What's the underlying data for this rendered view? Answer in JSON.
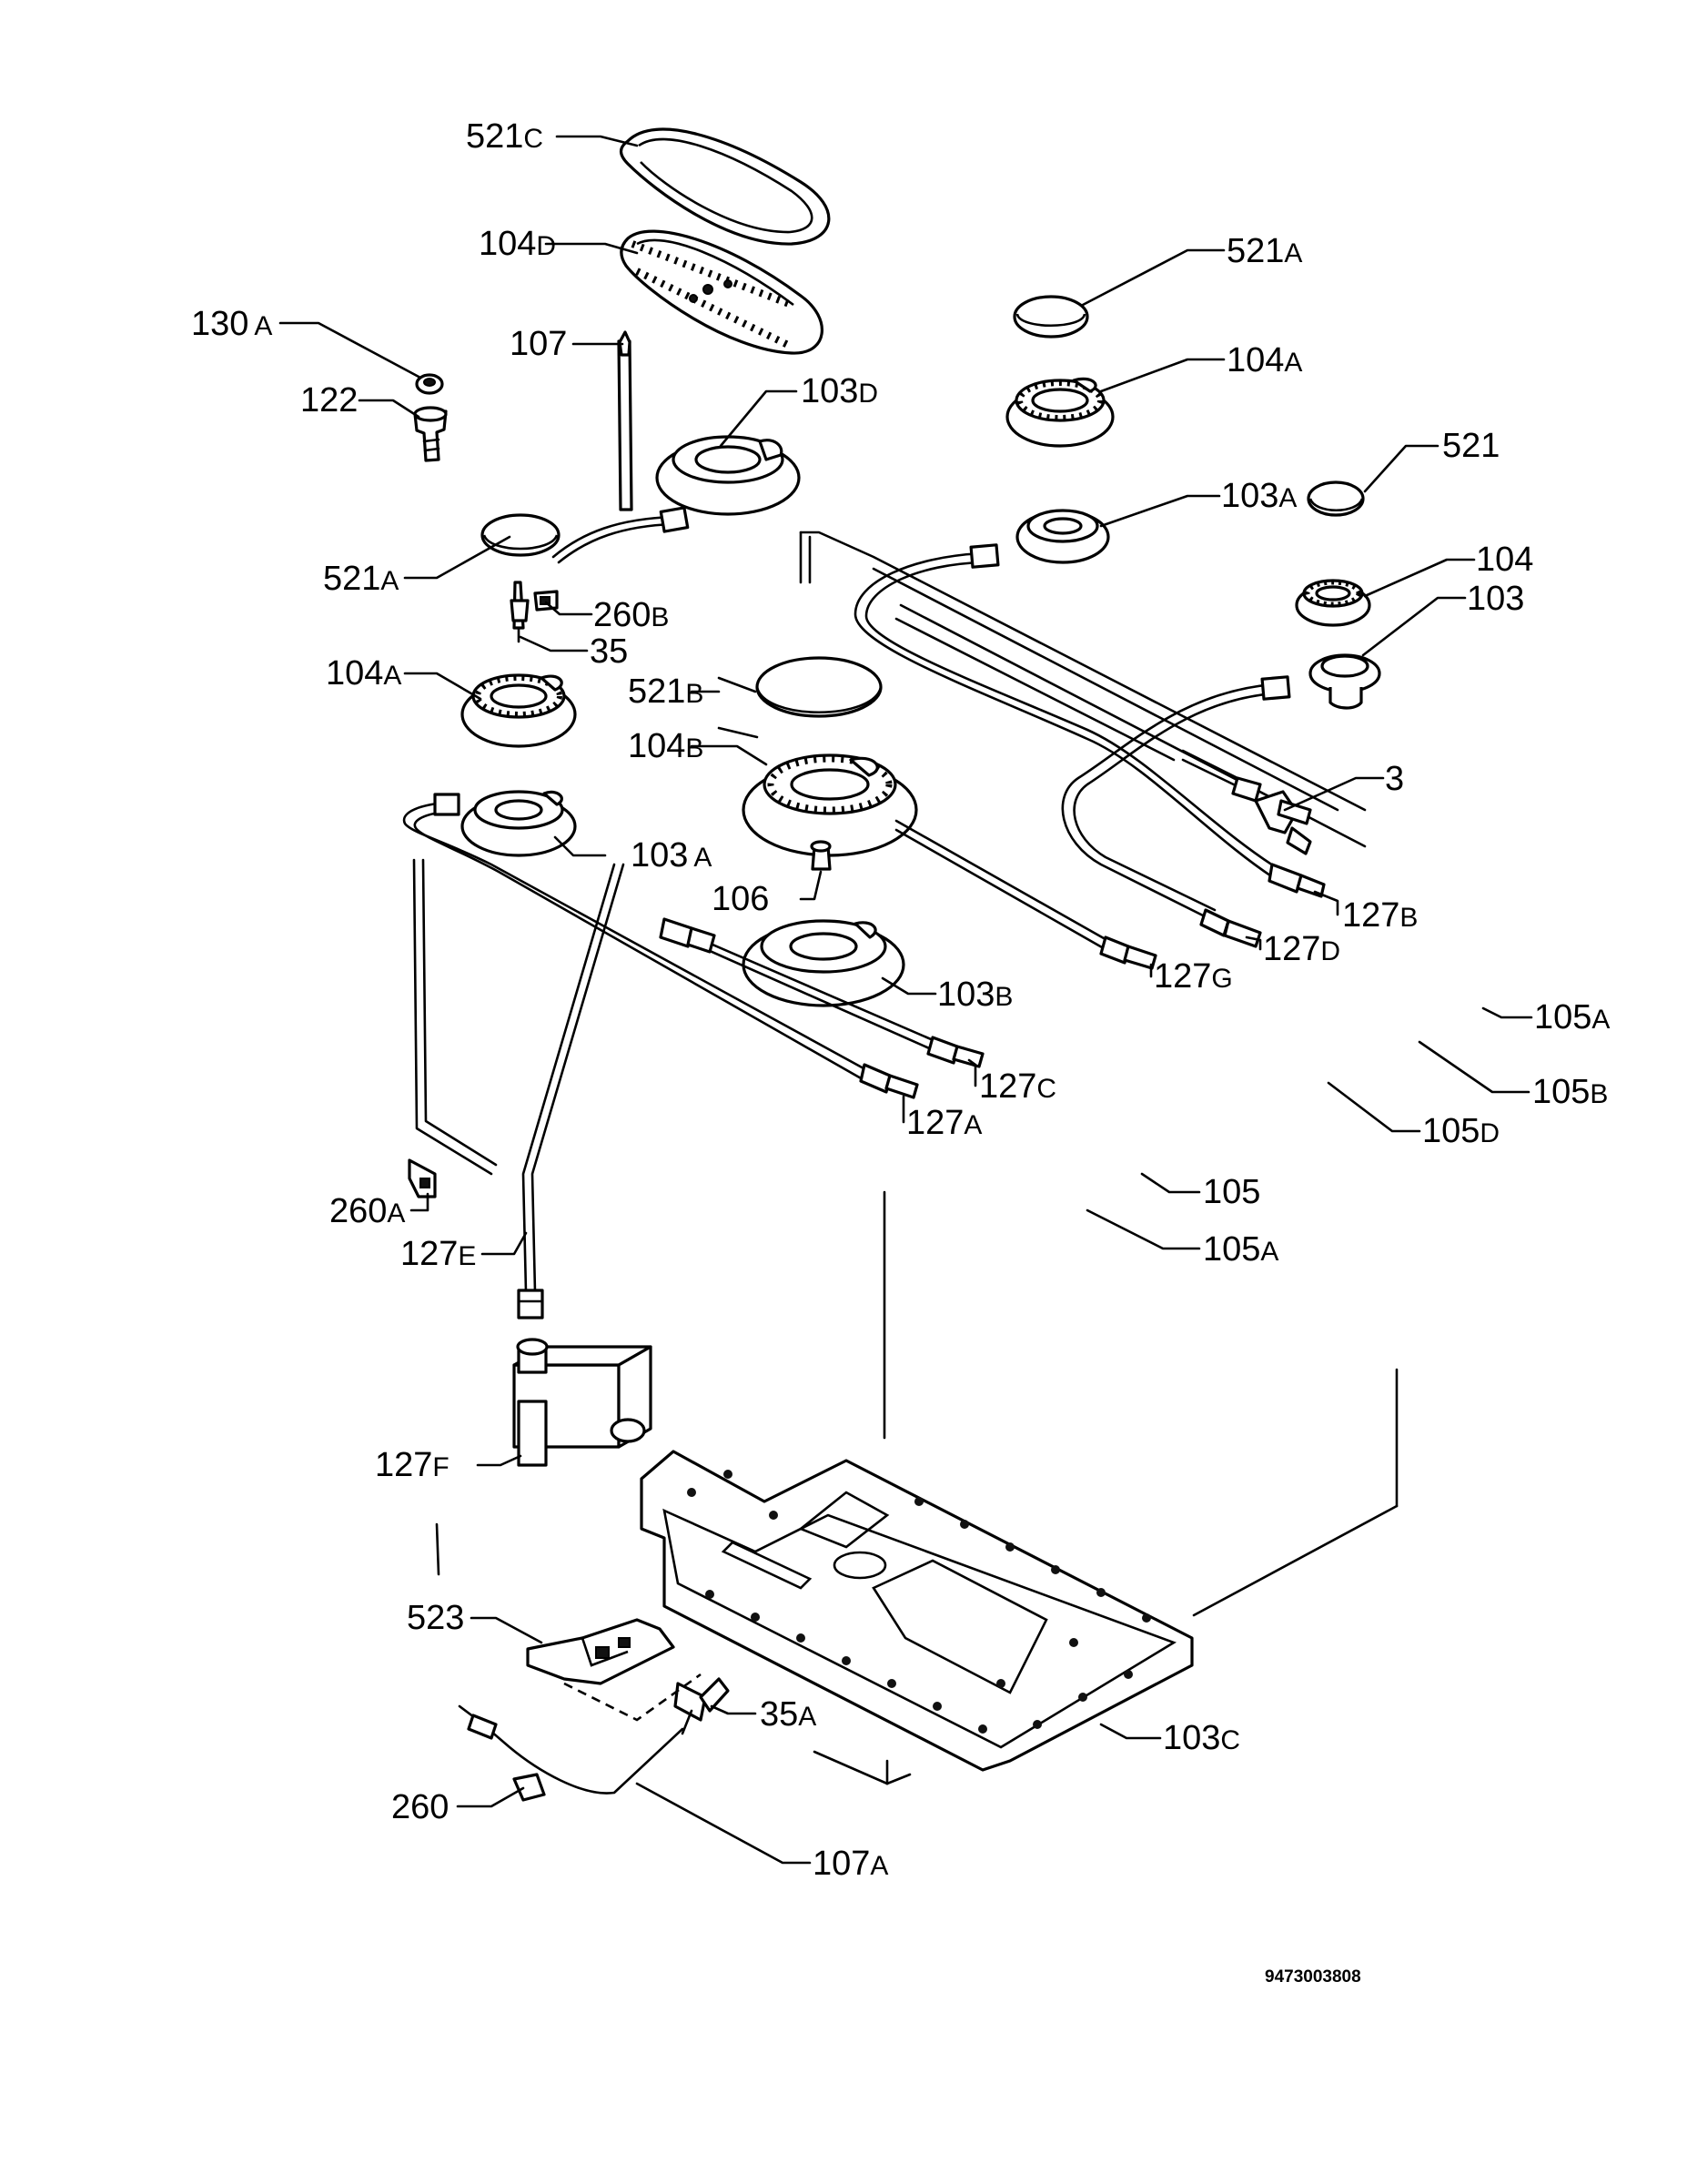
{
  "labels": [
    {
      "id": "521c",
      "num": "521",
      "sub": "C"
    },
    {
      "id": "104d",
      "num": "104",
      "sub": "D"
    },
    {
      "id": "130a",
      "num": "130",
      "sub": "A"
    },
    {
      "id": "107",
      "num": "107",
      "sub": ""
    },
    {
      "id": "122",
      "num": "122",
      "sub": ""
    },
    {
      "id": "103d",
      "num": "103",
      "sub": "D"
    },
    {
      "id": "521a-r",
      "num": "521",
      "sub": "A"
    },
    {
      "id": "104a-r",
      "num": "104",
      "sub": "A"
    },
    {
      "id": "521",
      "num": "521",
      "sub": ""
    },
    {
      "id": "103a-r",
      "num": "103",
      "sub": "A"
    },
    {
      "id": "104",
      "num": "104",
      "sub": ""
    },
    {
      "id": "103",
      "num": "103",
      "sub": ""
    },
    {
      "id": "521a-l",
      "num": "521",
      "sub": "A"
    },
    {
      "id": "260b",
      "num": "260",
      "sub": "B"
    },
    {
      "id": "35",
      "num": "35",
      "sub": ""
    },
    {
      "id": "104a-l",
      "num": "104",
      "sub": "A"
    },
    {
      "id": "521b",
      "num": "521",
      "sub": "B"
    },
    {
      "id": "104b",
      "num": "104",
      "sub": "B"
    },
    {
      "id": "3",
      "num": "3",
      "sub": ""
    },
    {
      "id": "103a-l",
      "num": "103",
      "sub": "A"
    },
    {
      "id": "106",
      "num": "106",
      "sub": ""
    },
    {
      "id": "127b",
      "num": "127",
      "sub": "B"
    },
    {
      "id": "127g",
      "num": "127",
      "sub": "G"
    },
    {
      "id": "127d",
      "num": "127",
      "sub": "D"
    },
    {
      "id": "103b",
      "num": "103",
      "sub": "B"
    },
    {
      "id": "105a-t",
      "num": "105",
      "sub": "A"
    },
    {
      "id": "127c",
      "num": "127",
      "sub": "C"
    },
    {
      "id": "105b",
      "num": "105",
      "sub": "B"
    },
    {
      "id": "127a",
      "num": "127",
      "sub": "A"
    },
    {
      "id": "105d",
      "num": "105",
      "sub": "D"
    },
    {
      "id": "105",
      "num": "105",
      "sub": ""
    },
    {
      "id": "260a",
      "num": "260",
      "sub": "A"
    },
    {
      "id": "105a-b",
      "num": "105",
      "sub": "A"
    },
    {
      "id": "127e",
      "num": "127",
      "sub": "E"
    },
    {
      "id": "127f",
      "num": "127",
      "sub": "F"
    },
    {
      "id": "523",
      "num": "523",
      "sub": ""
    },
    {
      "id": "35a",
      "num": "35",
      "sub": "A"
    },
    {
      "id": "103c",
      "num": "103",
      "sub": "C"
    },
    {
      "id": "260",
      "num": "260",
      "sub": ""
    },
    {
      "id": "107a",
      "num": "107",
      "sub": "A"
    }
  ],
  "drawing_number": "9473003808"
}
